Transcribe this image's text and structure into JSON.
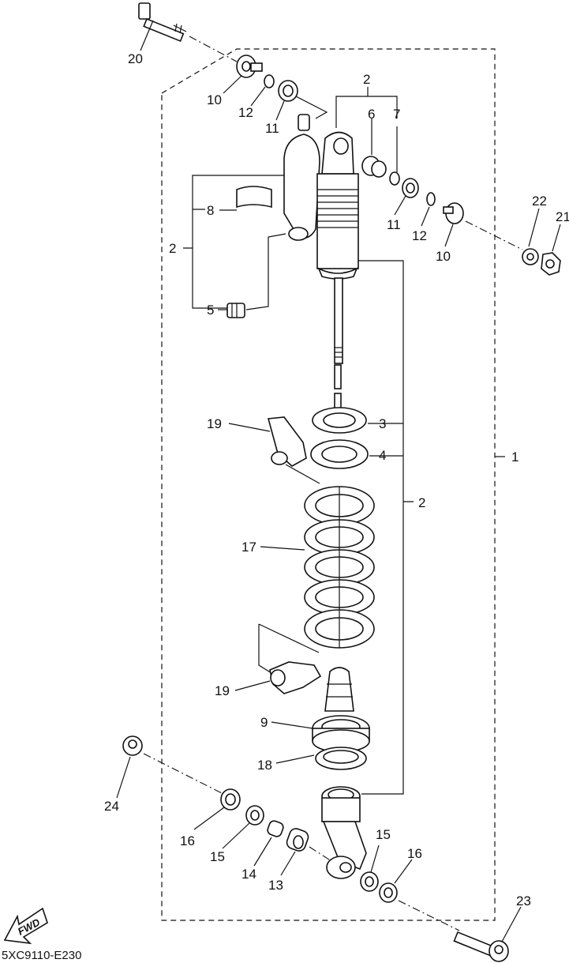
{
  "diagram": {
    "diagram_code": "5XC9110-E230",
    "fwd_label": "FWD",
    "callouts": {
      "c20": "20",
      "c10a": "10",
      "c12a": "12",
      "c11a": "11",
      "c2top": "2",
      "c6": "6",
      "c7": "7",
      "c11b": "11",
      "c12b": "12",
      "c10b": "10",
      "c22": "22",
      "c21": "21",
      "c8": "8",
      "c2left": "2",
      "c5": "5",
      "c3": "3",
      "c4": "4",
      "c19a": "19",
      "c1": "1",
      "c2right": "2",
      "c17": "17",
      "c19b": "19",
      "c9": "9",
      "c18": "18",
      "c24": "24",
      "c16a": "16",
      "c15a": "15",
      "c14": "14",
      "c13": "13",
      "c15b": "15",
      "c16b": "16",
      "c23": "23"
    }
  }
}
